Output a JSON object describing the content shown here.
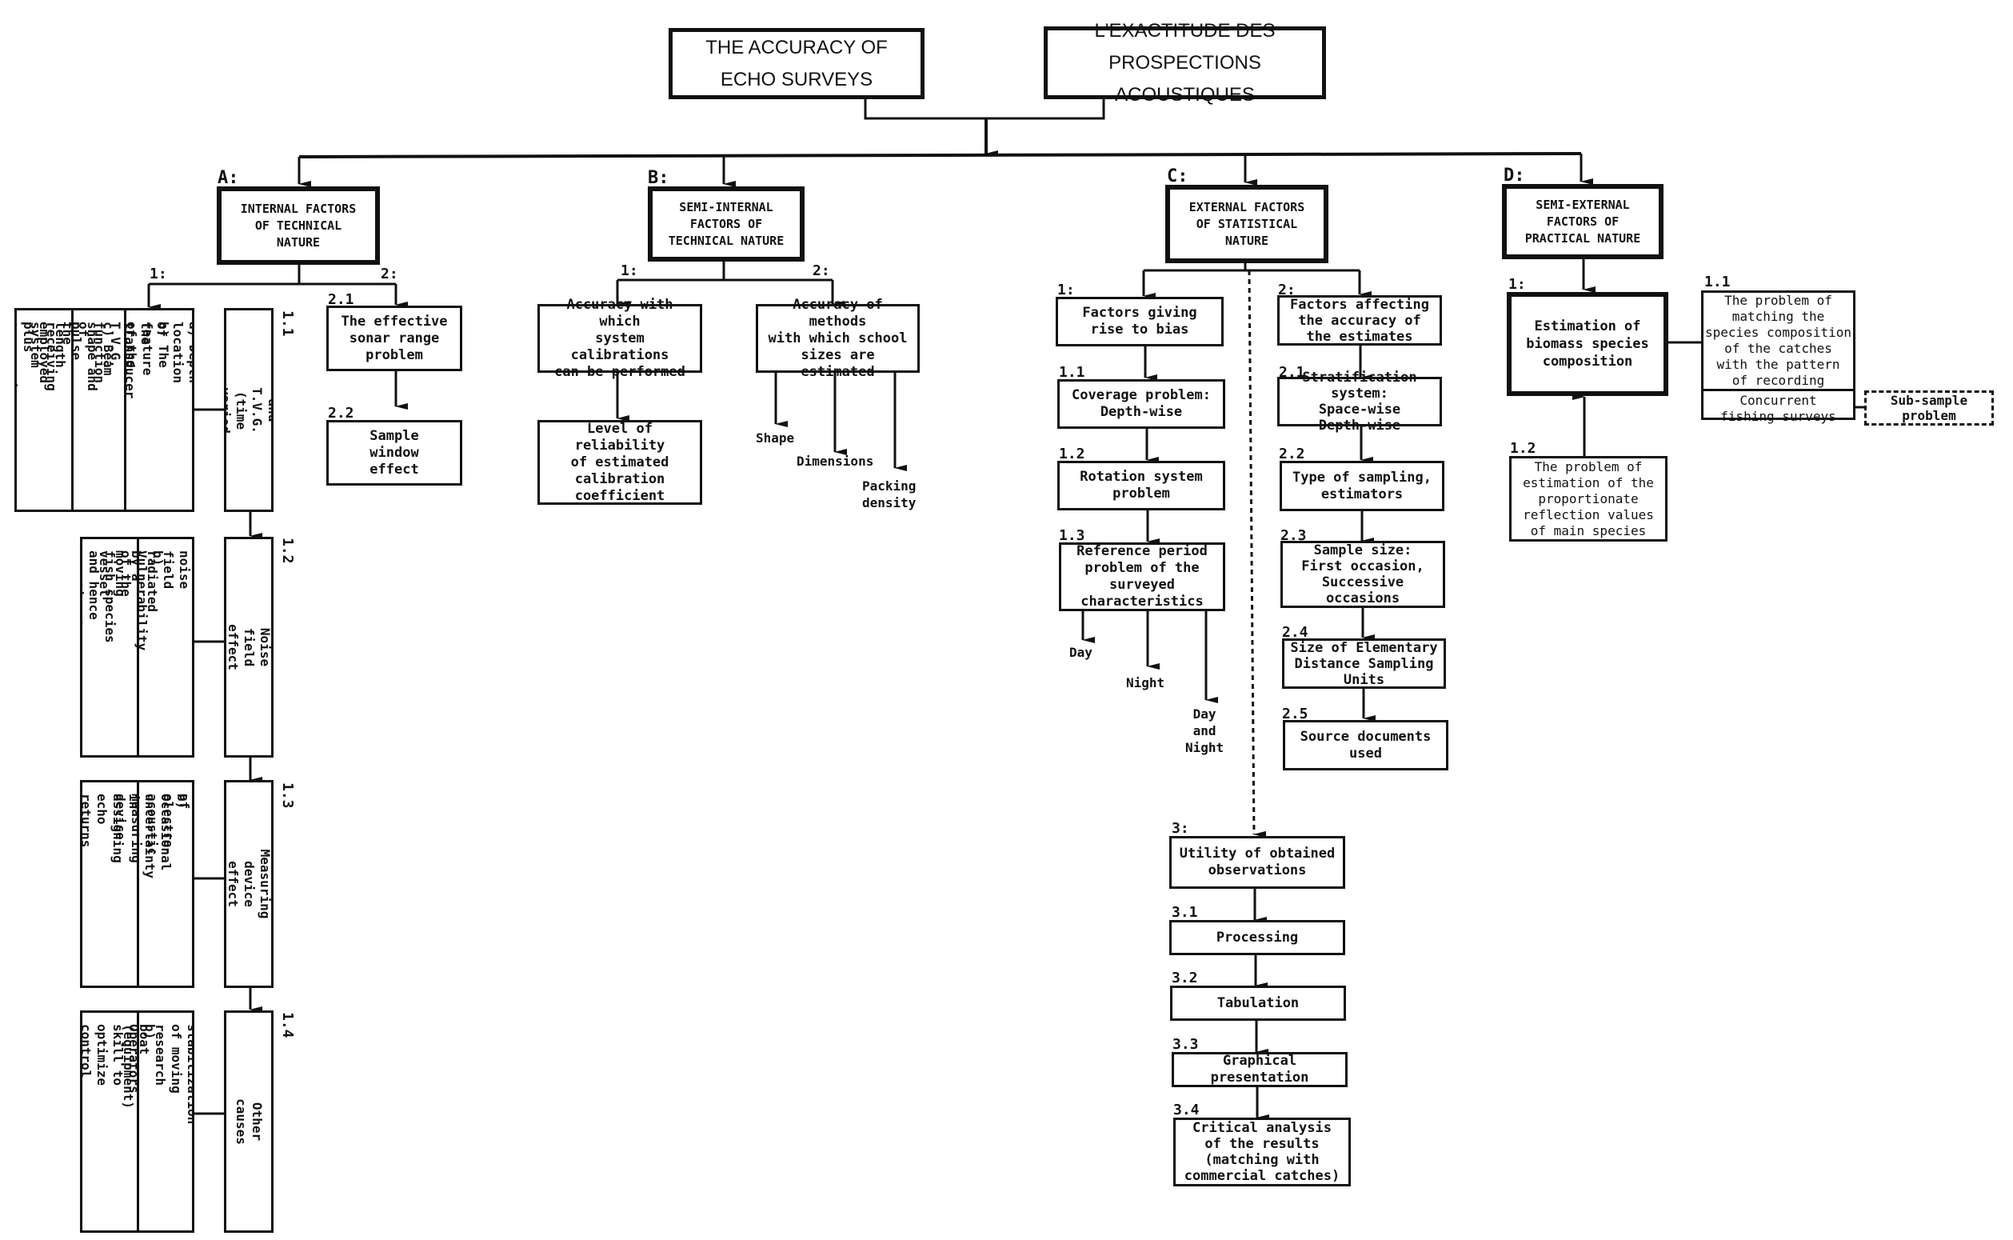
{
  "title": {
    "english": "THE ACCURACY OF\nECHO  SURVEYS",
    "french": "L'EXACTITUDE DES\nPROSPECTIONS ACOUSTIQUES"
  },
  "sections": {
    "A": {
      "letter": "A:",
      "heading": "INTERNAL FACTORS\nOF TECHNICAL\nNATURE",
      "branch1_label": "1:",
      "branch2_label": "2:",
      "items": {
        "1_1": {
          "number": "1.1",
          "title": "Beam position and T.V.G.\n(time varied gain) effect",
          "details": [
            "a) Depth location of\n   the transducer",
            "b) The feature of the\n   T.V.G. function of\n   the receiving system",
            "c) Beam shape and pulse\n   length employed plus\n   topography of the\n   sea bed"
          ]
        },
        "1_2": {
          "number": "1.2",
          "title": "Noise field effect",
          "details": [
            "a) Intensity of the noise\n   field radiated by a\n   moving vessel",
            "b) Vulnerability of the\n   fish species and hence\n   reaction to the noise"
          ]
        },
        "1_3": {
          "number": "1.3",
          "title": "Measuring device effect",
          "details": [
            "a) Accuracy of electro-\n   acoustic measuring\n   device",
            "b) Occasional uncertainty\n   in assigning echo returns\n   to known fish species"
          ]
        },
        "1_4": {
          "number": "1.4",
          "title": "Other causes",
          "details": [
            "a) Level of stabilization\n   of moving research\n   boat (equipment)",
            "b) Operators skill to\n   optimize control\n   settings"
          ]
        },
        "2_1": {
          "number": "2.1",
          "title": "The effective\nsonar range\nproblem"
        },
        "2_2": {
          "number": "2.2",
          "title": "Sample\nwindow\neffect"
        }
      }
    },
    "B": {
      "letter": "B:",
      "heading": "SEMI-INTERNAL\nFACTORS OF\nTECHNICAL NATURE",
      "branch1_label": "1:",
      "branch2_label": "2:",
      "item1": "Accuracy with which\nsystem calibrations\ncan be performed",
      "item1_child": "Level of reliability\nof estimated\ncalibration\ncoefficient",
      "item2": "Accuracy of methods\nwith which school\nsizes are estimated",
      "item2_leaves": [
        "Shape",
        "Dimensions",
        "Packing\ndensity"
      ]
    },
    "C": {
      "letter": "C:",
      "heading": "EXTERNAL FACTORS\nOF STATISTICAL\nNATURE",
      "branch1": {
        "label": "1:",
        "title": "Factors giving\nrise to bias",
        "items": [
          {
            "number": "1.1",
            "title": "Coverage problem:\nDepth-wise"
          },
          {
            "number": "1.2",
            "title": "Rotation system\nproblem"
          },
          {
            "number": "1.3",
            "title": "Reference period\nproblem of the\nsurveyed\ncharacteristics"
          }
        ],
        "leaves": [
          "Day",
          "Night",
          "Day\nand\nNight"
        ]
      },
      "branch2": {
        "label": "2:",
        "title": "Factors affecting\nthe accuracy of\nthe estimates",
        "items": [
          {
            "number": "2.1",
            "title": "Stratification system:\nSpace-wise\nDepth-wise"
          },
          {
            "number": "2.2",
            "title": "Type of sampling,\nestimators"
          },
          {
            "number": "2.3",
            "title": "Sample size:\nFirst occasion,\nSuccessive\noccasions"
          },
          {
            "number": "2.4",
            "title": "Size of Elementary\nDistance Sampling\nUnits"
          },
          {
            "number": "2.5",
            "title": "Source documents\nused"
          }
        ]
      },
      "branch3": {
        "label": "3:",
        "title": "Utility of obtained\nobservations",
        "items": [
          {
            "number": "3.1",
            "title": "Processing"
          },
          {
            "number": "3.2",
            "title": "Tabulation"
          },
          {
            "number": "3.3",
            "title": "Graphical presentation"
          },
          {
            "number": "3.4",
            "title": "Critical analysis\nof the results\n(matching with\ncommercial catches)"
          }
        ]
      }
    },
    "D": {
      "letter": "D:",
      "heading": "SEMI-EXTERNAL\nFACTORS OF\nPRACTICAL NATURE",
      "branch1_label": "1:",
      "item1": "Estimation of\nbiomass species\ncomposition",
      "item1_1": {
        "number": "1.1",
        "title": "The problem of\nmatching the\nspecies composition\nof the catches\nwith the pattern\nof recording",
        "subtitle": "Concurrent\nfishing surveys"
      },
      "item1_2": {
        "number": "1.2",
        "title": "The problem of\nestimation of the\nproportionate\nreflection values\nof main species"
      },
      "subsample": "Sub-sample\nproblem"
    }
  }
}
